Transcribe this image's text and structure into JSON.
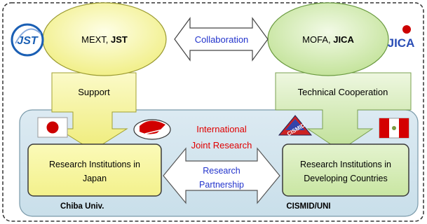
{
  "top": {
    "left_org": {
      "plain": "MEXT, ",
      "bold": "JST"
    },
    "right_org": {
      "plain": "MOFA, ",
      "bold": "JICA"
    },
    "collaboration": "Collaboration"
  },
  "logos": {
    "jst": "JST",
    "jica": "JICA",
    "cismid": "CISMID"
  },
  "arrows": {
    "support": "Support",
    "technical_cooperation": "Technical Cooperation"
  },
  "center": {
    "international_line1": "International",
    "international_line2": "Joint Research",
    "partnership_line1": "Research",
    "partnership_line2": "Partnership"
  },
  "boxes": {
    "japan_line1": "Research Institutions in",
    "japan_line2": "Japan",
    "developing_line1": "Research Institutions in",
    "developing_line2": "Developing Countries"
  },
  "labels": {
    "chiba": "Chiba Univ.",
    "cismid_uni": "CISMID/UNI"
  },
  "colors": {
    "outer_dashed_border": "#333333",
    "bottom_panel": "#d6e7f0",
    "yellow_fill": "#f8f7a4",
    "green_fill": "#d6edb3",
    "red_text": "#e00000",
    "blue_text": "#2233cc",
    "japan_red": "#cc0000",
    "peru_red": "#d40000",
    "jst_blue": "#1a5fb4",
    "jica_blue": "#2a4db5",
    "jica_red": "#cc0000"
  }
}
